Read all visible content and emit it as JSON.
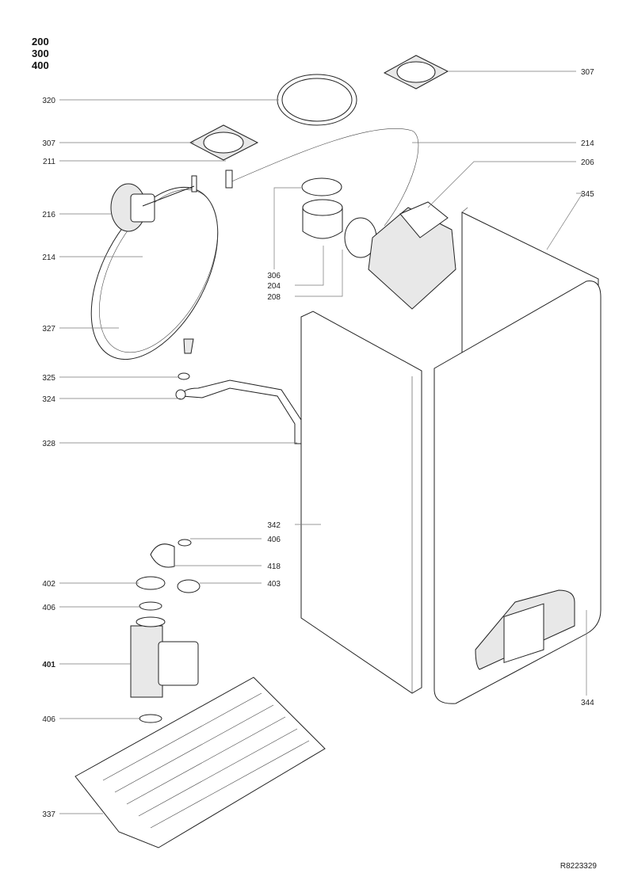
{
  "models": [
    "200",
    "300",
    "400"
  ],
  "drawing_ref": "R8223329",
  "callouts": {
    "c307a": "307",
    "c320": "320",
    "c307b": "307",
    "c214a": "214",
    "c211": "211",
    "c206": "206",
    "c216": "216",
    "c345": "345",
    "c214b": "214",
    "c306": "306",
    "c204": "204",
    "c208": "208",
    "c327": "327",
    "c325": "325",
    "c324": "324",
    "c328": "328",
    "c342": "342",
    "c406a": "406",
    "c418": "418",
    "c402": "402",
    "c403": "403",
    "c406b": "406",
    "c401": "401",
    "c406c": "406",
    "c344": "344",
    "c337": "337"
  }
}
